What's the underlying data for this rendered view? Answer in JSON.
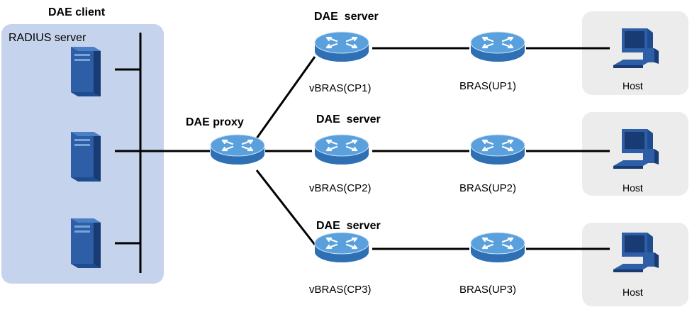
{
  "client_group": {
    "title": "DAE client",
    "panel_label": "RADIUS server",
    "servers": 3
  },
  "proxy": {
    "label": "DAE proxy"
  },
  "server_label": "DAE  server",
  "rows": [
    {
      "server_label": "DAE  server",
      "cp_label": "vBRAS(CP1)",
      "up_label": "BRAS(UP1)",
      "host_label": "Host"
    },
    {
      "server_label": "DAE  server",
      "cp_label": "vBRAS(CP2)",
      "up_label": "BRAS(UP2)",
      "host_label": "Host"
    },
    {
      "server_label": "DAE  server",
      "cp_label": "vBRAS(CP3)",
      "up_label": "BRAS(UP3)",
      "host_label": "Host"
    }
  ],
  "colors": {
    "client_panel": "#c6d3ec",
    "host_panel": "#ececec",
    "router_top": "#5aa0dc",
    "router_side": "#2f6fb4",
    "server_body": "#2d5ea6",
    "link": "#000000"
  },
  "icons": {
    "router": "router-icon",
    "server": "server-tower-icon",
    "host": "desktop-computer-icon"
  }
}
